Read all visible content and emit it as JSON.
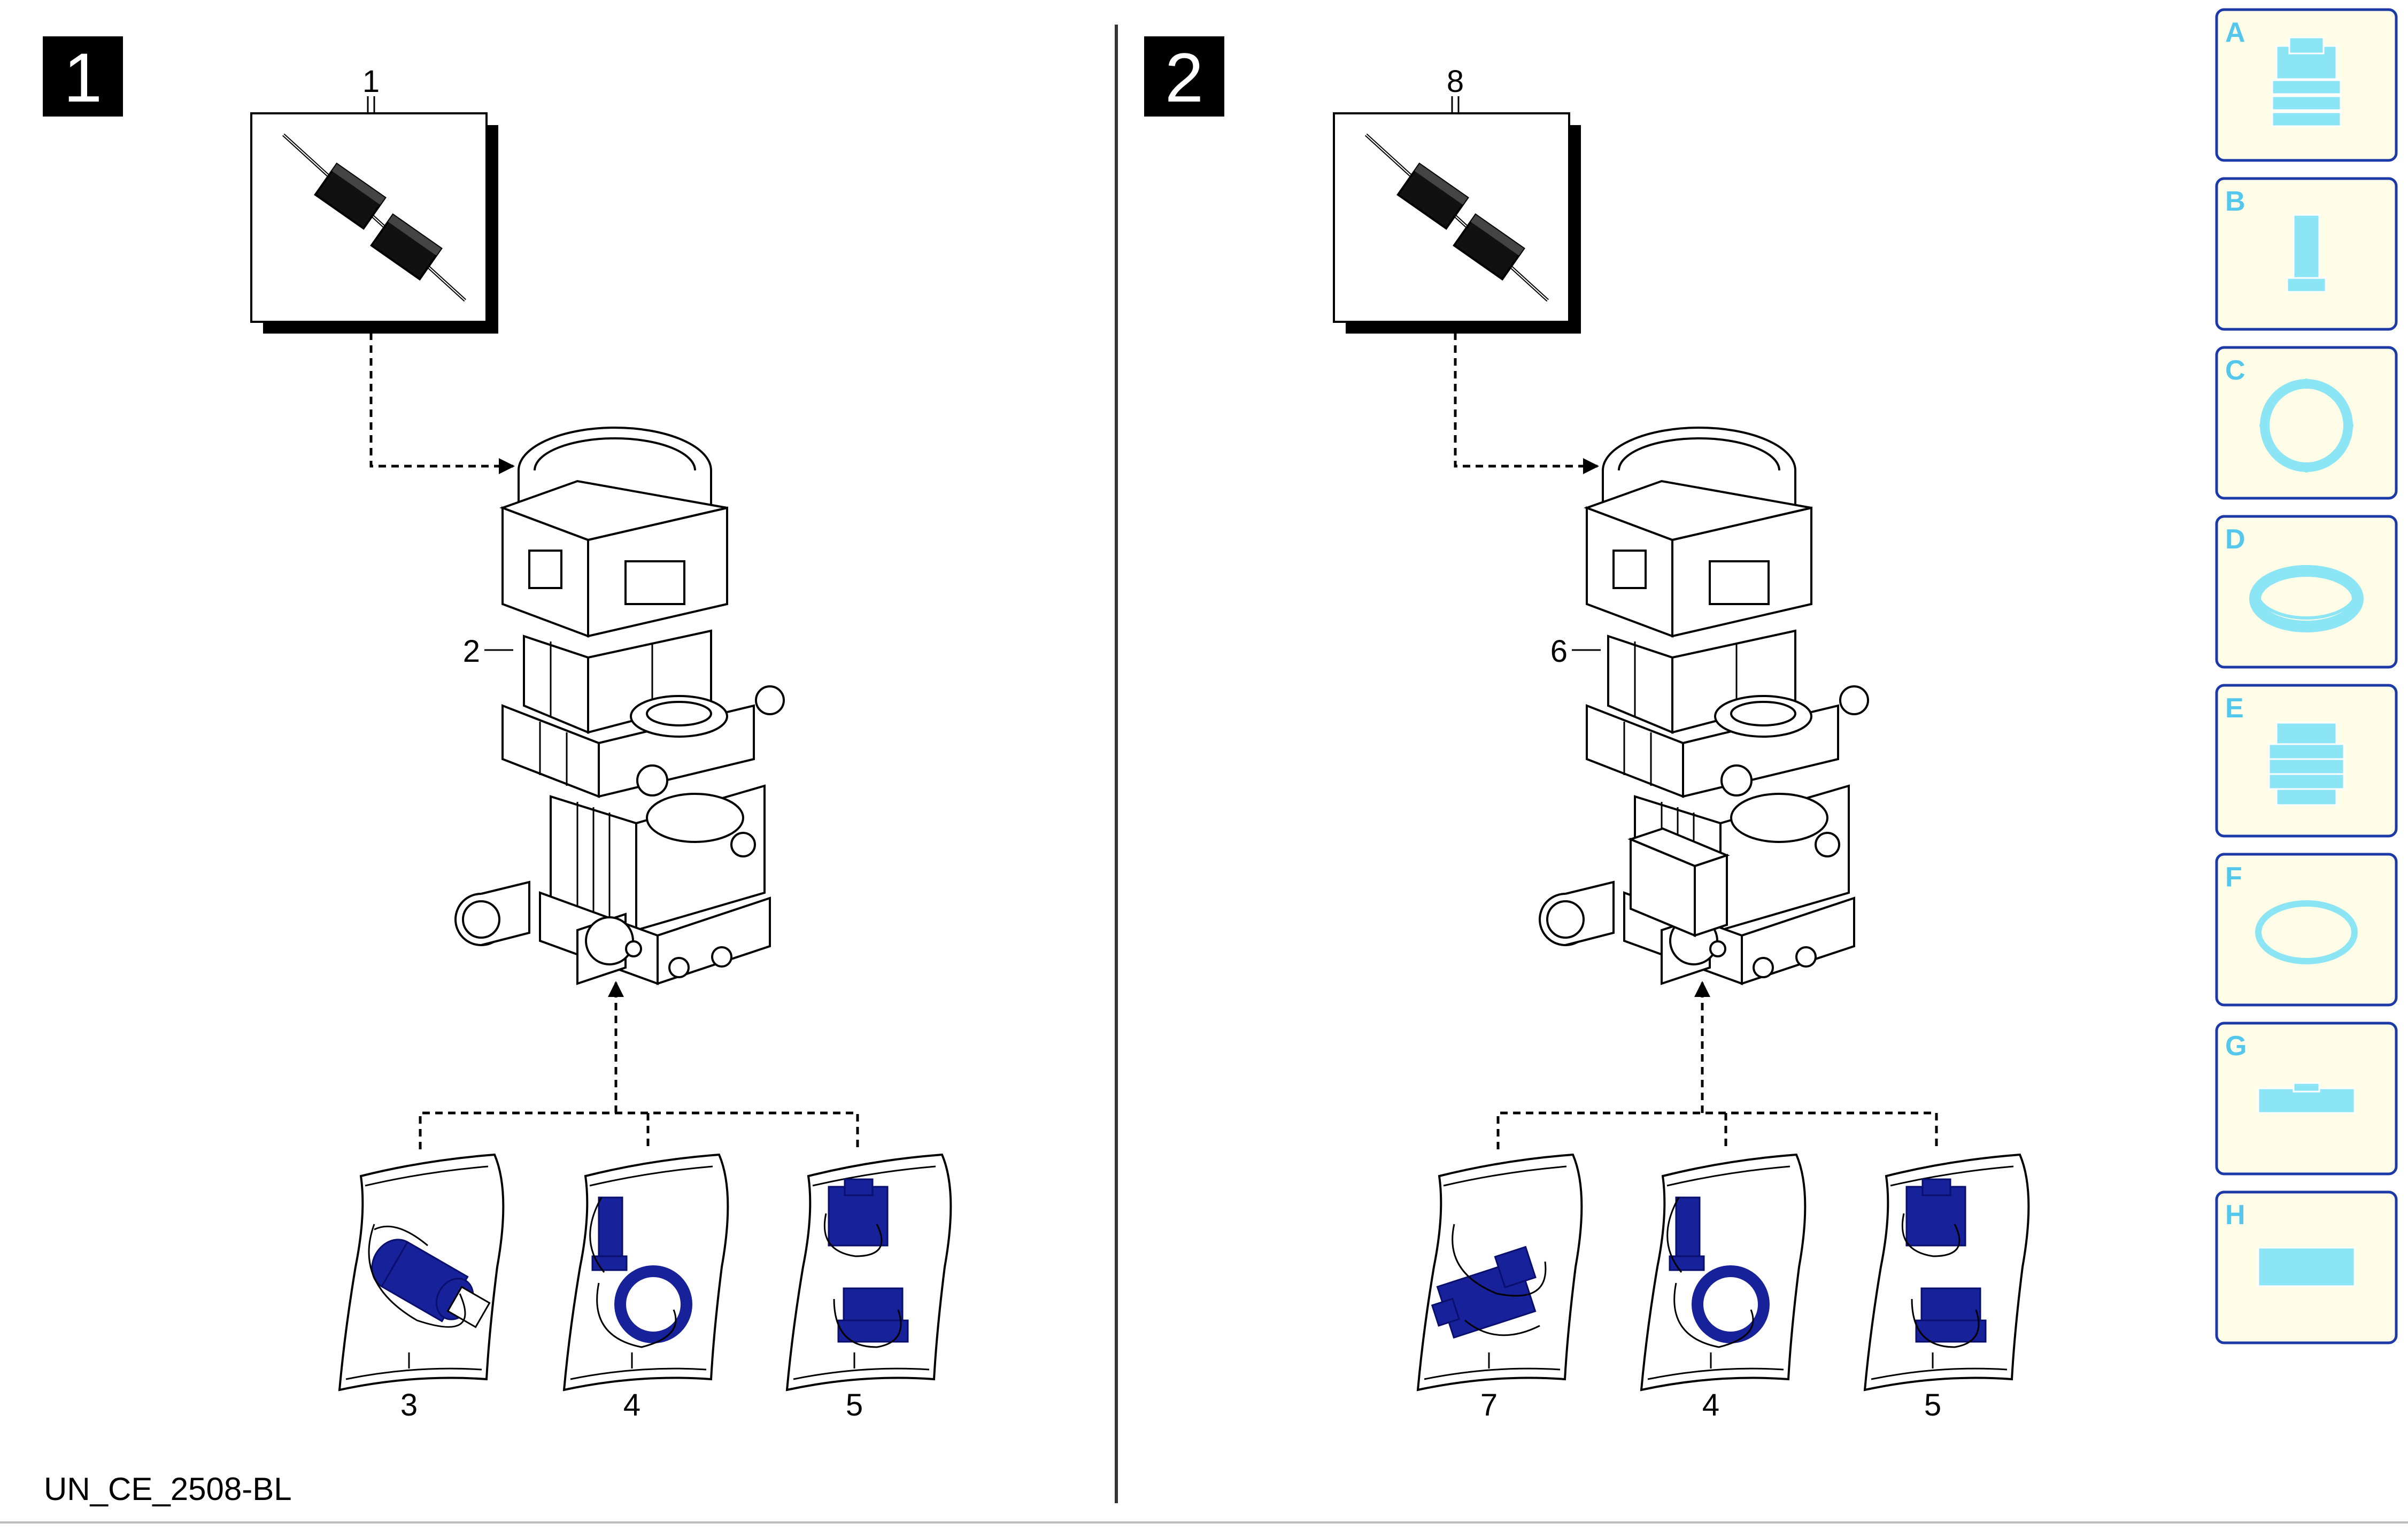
{
  "panels": [
    {
      "badge": "1",
      "top_callout": "1",
      "motor_callout": "2",
      "kit_callouts": [
        "3",
        "4",
        "5"
      ]
    },
    {
      "badge": "2",
      "top_callout": "8",
      "motor_callout": "6",
      "kit_callouts": [
        "7",
        "4",
        "5"
      ]
    }
  ],
  "footer_code": "UN_CE_2508-BL",
  "thumbnails": [
    {
      "letter": "A",
      "shape": "valve-icon"
    },
    {
      "letter": "B",
      "shape": "piston-icon"
    },
    {
      "letter": "C",
      "shape": "ring-icon"
    },
    {
      "letter": "D",
      "shape": "seal-icon"
    },
    {
      "letter": "E",
      "shape": "valve-stack-icon"
    },
    {
      "letter": "F",
      "shape": "o-ring-icon"
    },
    {
      "letter": "G",
      "shape": "bracket-icon"
    },
    {
      "letter": "H",
      "shape": "block-icon"
    }
  ],
  "colors": {
    "thumb_bg": "#fffde7",
    "thumb_border": "#1c39a8",
    "thumb_shape": "#8be5f4",
    "part_blue": "#16219a"
  }
}
